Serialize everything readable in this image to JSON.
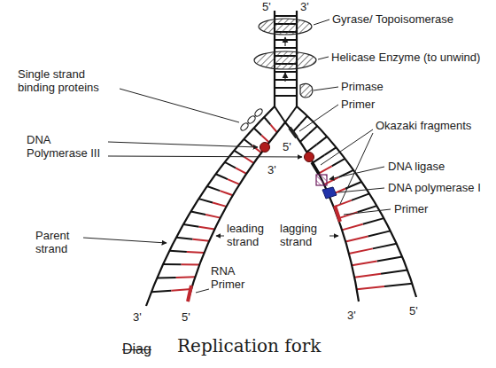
{
  "diagram": {
    "caption": "Replication fork",
    "labels": [
      "5'",
      "3'",
      "Gyrase/ Topoisomerase",
      "Helicase Enzyme (to unwind)",
      "Single strand binding proteins",
      "Primase",
      "Primer",
      "5'",
      "DNA Polymerase III",
      "3'",
      "Okazaki fragments",
      "DNA ligase",
      "DNA polymerase I",
      "Primer",
      "leading strand",
      "lagging strand",
      "Parent strand",
      "RNA Primer",
      "3'",
      "5'",
      "3'",
      "5'",
      "Diag"
    ]
  }
}
